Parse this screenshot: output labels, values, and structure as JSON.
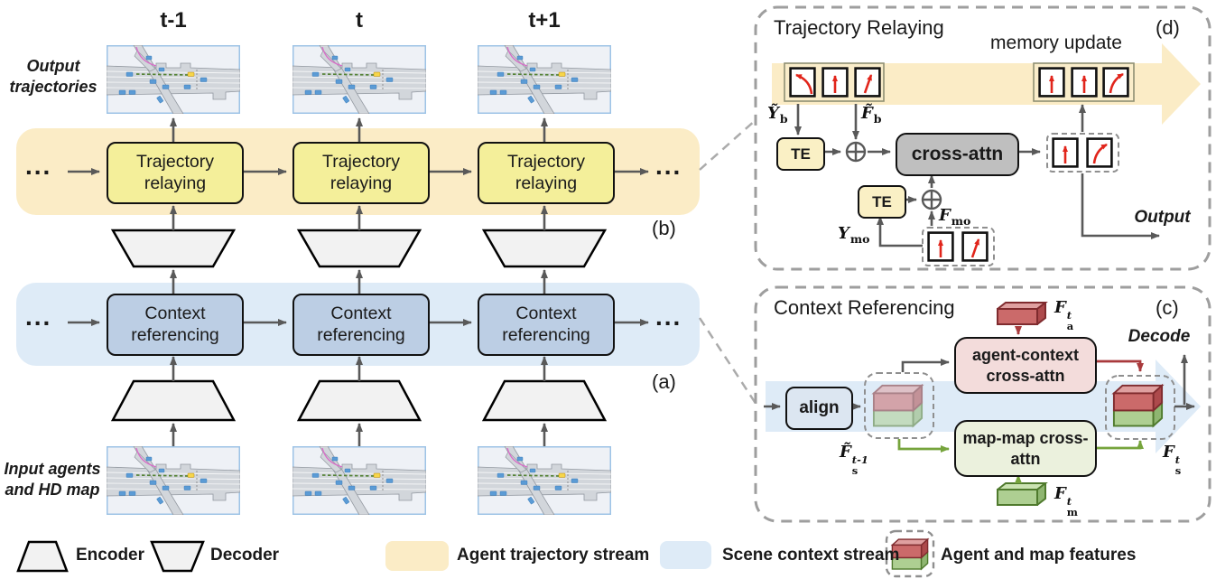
{
  "figure": {
    "columns": [
      "t-1",
      "t",
      "t+1"
    ],
    "output_label": "Output trajectories",
    "input_label": "Input agents and HD map",
    "relay_box_label": "Trajectory relaying",
    "context_box_label": "Context referencing",
    "ellipsis": "...",
    "tag_a": "(a)",
    "tag_b": "(b)"
  },
  "panel_d": {
    "title": "Trajectory Relaying",
    "tag": "(d)",
    "memory_update_label": "memory update",
    "te_label": "TE",
    "cross_attn_label": "cross-attn",
    "output_label": "Output",
    "math": {
      "yb": {
        "base": "Ỹ",
        "sub": "b"
      },
      "fb": {
        "base": "F̃",
        "sub": "b"
      },
      "ymo": {
        "base": "Y",
        "sub": "mo"
      },
      "fmo": {
        "base": "F",
        "sub": "mo"
      }
    }
  },
  "panel_c": {
    "title": "Context Referencing",
    "tag": "(c)",
    "align_label": "align",
    "agent_context_label": "agent-context cross-attn",
    "map_map_label": "map-map cross-attn",
    "decode_label": "Decode",
    "math": {
      "fa": {
        "base": "F",
        "sup": "t",
        "sub": "a"
      },
      "fs_prev": {
        "base": "F̃",
        "sup": "t-1",
        "sub": "s"
      },
      "fs": {
        "base": "F",
        "sup": "t",
        "sub": "s"
      },
      "fm": {
        "base": "F",
        "sup": "t",
        "sub": "m"
      }
    }
  },
  "legend": {
    "encoder": "Encoder",
    "decoder": "Decoder",
    "agent_stream": "Agent trajectory stream",
    "scene_stream": "Scene context stream",
    "features": "Agent and map features"
  },
  "icons": {
    "encoder_shape": "trapezoid-narrow-top",
    "decoder_shape": "trapezoid-narrow-bottom",
    "memory_cell": "red-trajectory-arrow-box",
    "feature_block": "stacked-red-green-3d-box",
    "plus_circle": "circled-plus-add"
  },
  "colors": {
    "agent_stream": "#FBECC6",
    "scene_stream": "#DEEBF7",
    "relay_box": "#F4EF9A",
    "context_box": "#BCCEE4",
    "te_box": "#FAF0C5",
    "cross_attn_box": "#BFBFBF",
    "agent_context_box": "#F3DCDB",
    "map_map_box": "#EBF1DD",
    "align_box": "#DCE6F1",
    "arrow_gray": "#595959",
    "glyph_red": "#E1251B",
    "agent_red": "#A93A3C",
    "map_green": "#76A43C",
    "red_feature": "#CB6A6A",
    "red_feature_border": "#7F2B2E",
    "green_feature": "#AECF92",
    "green_feature_border": "#4F7A2D",
    "dashed_gray": "#9E9E9E",
    "map_bg": "#EEF1F6",
    "map_border": "#9DC3E6",
    "coder_fill": "#F2F2F2"
  }
}
